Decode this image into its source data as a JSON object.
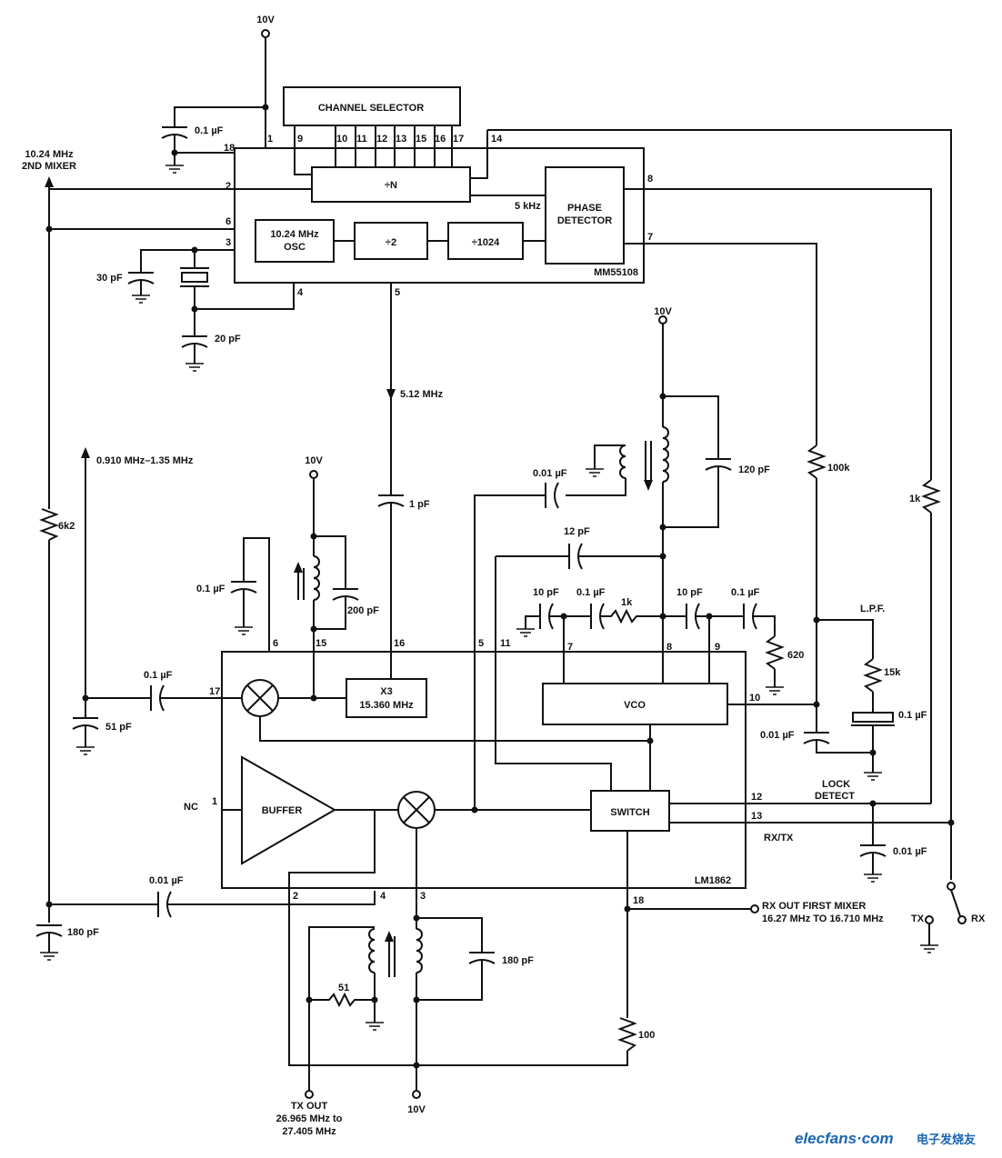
{
  "blocks": {
    "channel_selector": "CHANNEL SELECTOR",
    "divide_n": "÷N",
    "phase_detector_1": "PHASE",
    "phase_detector_2": "DETECTOR",
    "osc_1": "10.24 MHz",
    "osc_2": "OSC",
    "div2": "÷2",
    "div1024": "÷1024",
    "mm55108": "MM55108",
    "x3_1": "X3",
    "x3_2": "15.360 MHz",
    "vco": "VCO",
    "switch": "SWITCH",
    "buffer": "BUFFER",
    "lm1862": "LM1862"
  },
  "pins": {
    "cs": [
      "9",
      "10",
      "11",
      "12",
      "13",
      "15",
      "16",
      "17"
    ],
    "cs14": "14",
    "mm": {
      "p1": "1",
      "p18": "18",
      "p2": "2",
      "p6": "6",
      "p3": "3",
      "p4": "4",
      "p5": "5",
      "p8": "8",
      "p7": "7"
    },
    "lm": {
      "p6": "6",
      "p15": "15",
      "p16": "16",
      "p5": "5",
      "p11": "11",
      "p7": "7",
      "p8": "8",
      "p9": "9",
      "p17": "17",
      "p10": "10",
      "p1": "1",
      "p12": "12",
      "p13": "13",
      "p2": "2",
      "p4": "4",
      "p3": "3",
      "p18": "18"
    }
  },
  "components": {
    "c_top": "0.1 µF",
    "c30": "30 pF",
    "c20": "20 pF",
    "r6k2": "6k2",
    "c_in17": "0.1 µF",
    "c51": "51 pF",
    "c180_left": "180 pF",
    "c001_left": "0.01 µF",
    "c01_mix": "0.1 µF",
    "c200": "200 pF",
    "c1p": "1 pF",
    "c001_tank": "0.01 µF",
    "c120": "120 pF",
    "c12": "12 pF",
    "c10a": "10 pF",
    "c01b": "0.1 µF",
    "r1k_a": "1k",
    "c10b": "10 pF",
    "c01c": "0.1 µF",
    "r620": "620",
    "r100k": "100k",
    "r1k_b": "1k",
    "lpf": "L.P.F.",
    "r15k": "15k",
    "c01_lpf": "0.1 µF",
    "c001_lpf": "0.01 µF",
    "c001_lock": "0.01 µF",
    "r51": "51",
    "c180_out": "180 pF",
    "r100": "100"
  },
  "signals": {
    "v10_top": "10V",
    "v10_vco": "10V",
    "v10_mix": "10V",
    "v10_bottom": "10V",
    "second_mixer_1": "10.24 MHz",
    "second_mixer_2": "2ND MIXER",
    "f512": "5.12 MHz",
    "f5k": "5 kHz",
    "range": "0.910 MHz–1.35 MHz",
    "nc": "NC",
    "lock_1": "LOCK",
    "lock_2": "DETECT",
    "rxtx": "RX/TX",
    "rx_out_1": "RX OUT FIRST MIXER",
    "rx_out_2": "16.27 MHz TO 16.710 MHz",
    "tx_out_1": "TX OUT",
    "tx_out_2": "26.965 MHz to",
    "tx_out_3": "27.405 MHz",
    "sw_tx": "TX",
    "sw_rx": "RX"
  },
  "watermark": {
    "site": "elecfans·com",
    "cn": "电子发烧友"
  }
}
